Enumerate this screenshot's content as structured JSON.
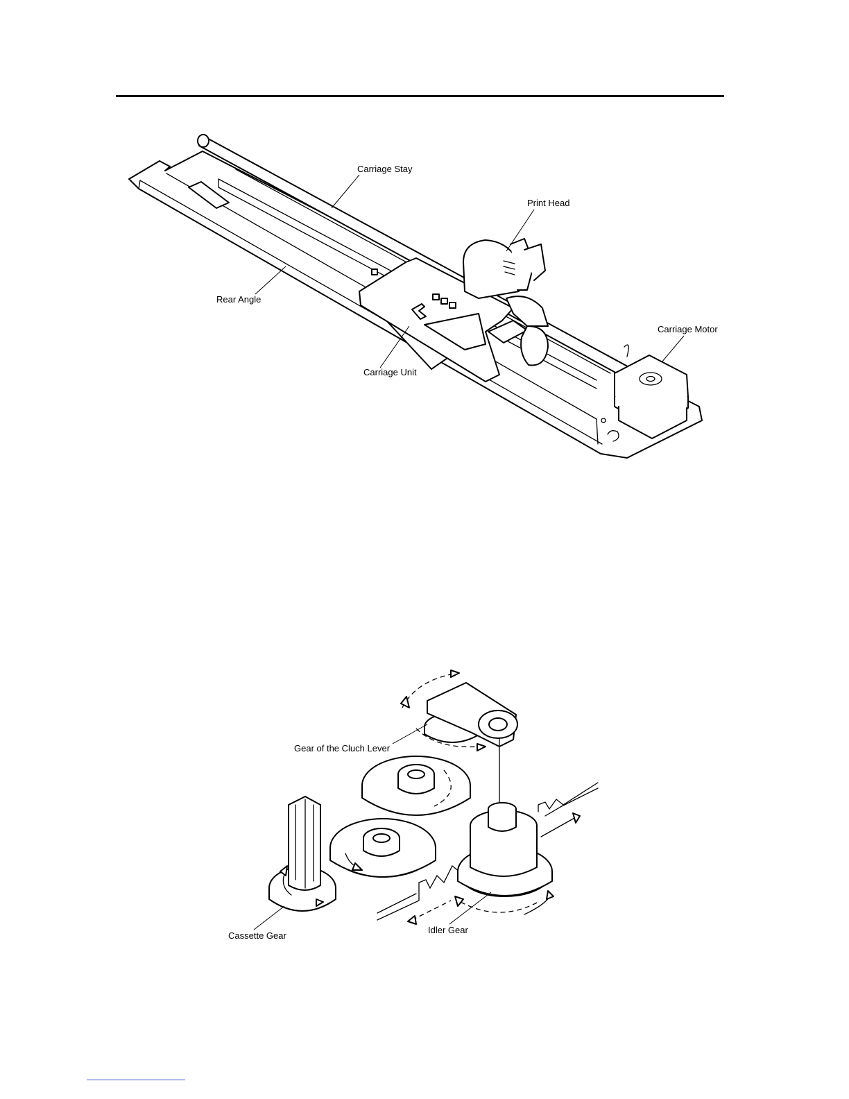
{
  "figure1": {
    "labels": {
      "carriage_stay": "Carriage Stay",
      "print_head": "Print Head",
      "rear_angle": "Rear Angle",
      "carriage_motor": "Carriage Motor",
      "carriage_unit": "Carriage Unit"
    }
  },
  "figure2": {
    "labels": {
      "clutch_lever_gear": "Gear of the Cluch Lever",
      "cassette_gear": "Cassette Gear",
      "idler_gear": "Idler Gear"
    }
  }
}
